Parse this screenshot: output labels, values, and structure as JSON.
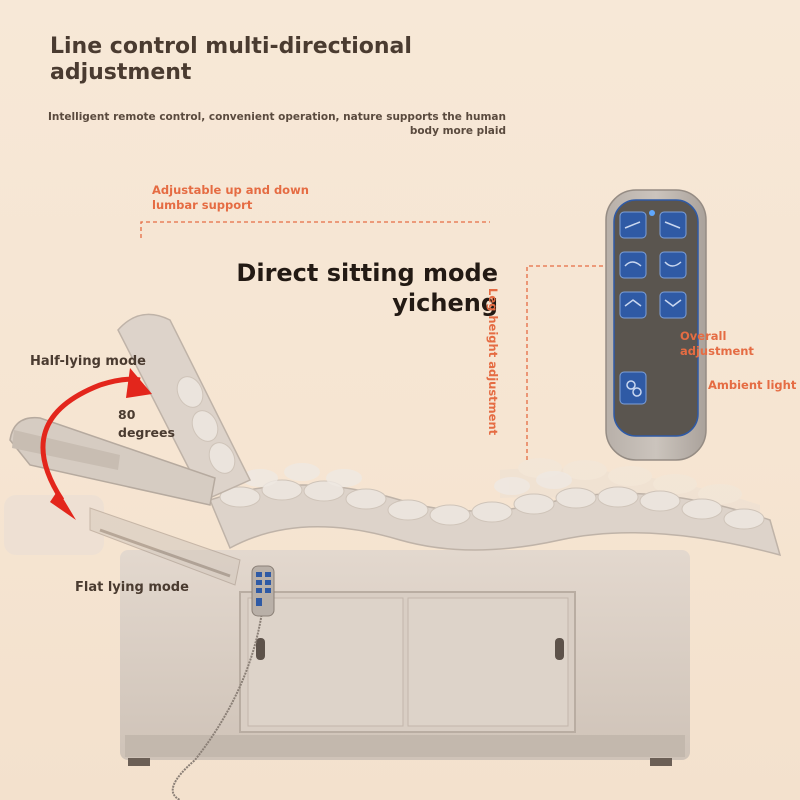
{
  "header": {
    "title": "Line control multi-directional adjustment",
    "subtitle": "Intelligent remote control, convenient operation, nature supports the human body more plaid"
  },
  "main": {
    "mode_title_line1": "Direct sitting mode",
    "mode_title_line2": "yicheng"
  },
  "callouts": {
    "lumbar": "Adjustable up and down lumbar support",
    "half_lying": "Half-lying mode",
    "angle_value": "80",
    "angle_unit": "degrees",
    "flat_lying": "Flat lying mode",
    "leg_height": "Leg height adjustment",
    "overall": "Overall adjustment",
    "ambient": "Ambient light"
  },
  "colors": {
    "background": "#f6e5d2",
    "accent_orange": "#e56c43",
    "arrow_red": "#e3261c",
    "bed_beige": "#dcd1c7",
    "remote_button_blue": "#2f5aa5"
  },
  "icons": [
    "curved-double-arrow-icon",
    "remote-control-icon",
    "remote-button-icon",
    "light-button-icon"
  ]
}
